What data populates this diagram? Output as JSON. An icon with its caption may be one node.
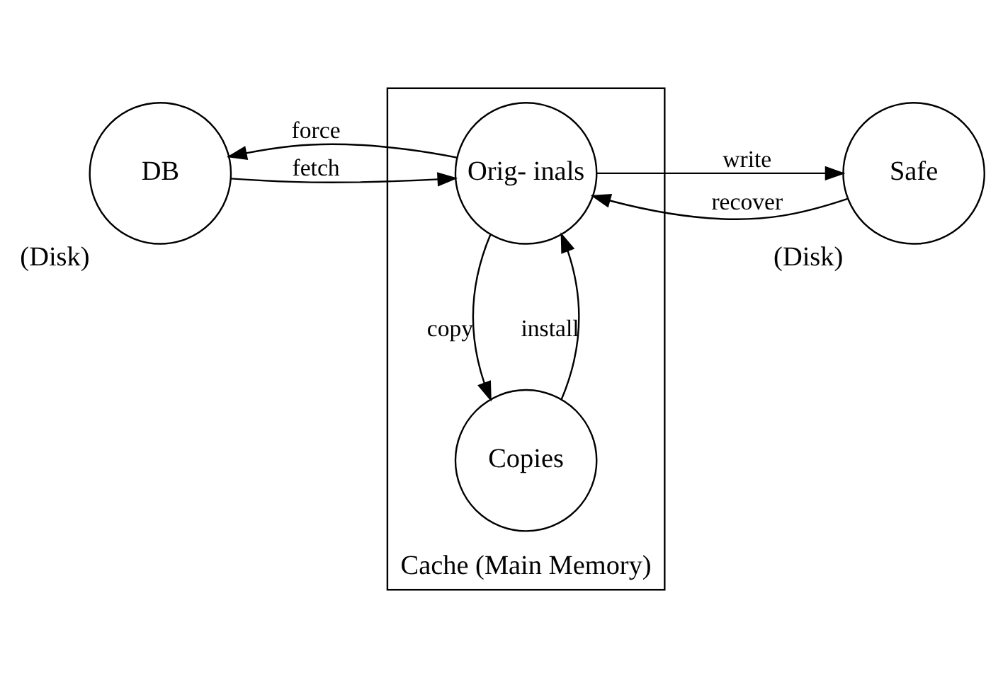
{
  "diagram": {
    "nodes": [
      {
        "text": [
          "Cache (Main Memory)"
        ]
      },
      {
        "text": [
          "Copies"
        ],
        "in": 0
      },
      {
        "text": [
          "Orig- inals"
        ],
        "in": 0
      },
      {
        "text": [
          "DB"
        ],
        "beside": [
          "(Disk)"
        ]
      },
      {
        "text": [
          "Safe"
        ],
        "beside": [
          "(Disk)"
        ]
      }
    ],
    "edges": [
      {
        "from": 3,
        "to": 2,
        "arrow": "to",
        "label": "fetch"
      },
      {
        "from": 2,
        "to": 3,
        "arrow": "to",
        "label": "force"
      },
      {
        "from": 1,
        "to": 2,
        "arrow": "to",
        "label": "install"
      },
      {
        "from": 2,
        "to": 1,
        "arrow": "to",
        "label": "copy"
      },
      {
        "from": 2,
        "to": 4,
        "arrow": "to",
        "label": "write"
      },
      {
        "from": 4,
        "to": 2,
        "arrow": "to",
        "label": "recover"
      }
    ]
  }
}
